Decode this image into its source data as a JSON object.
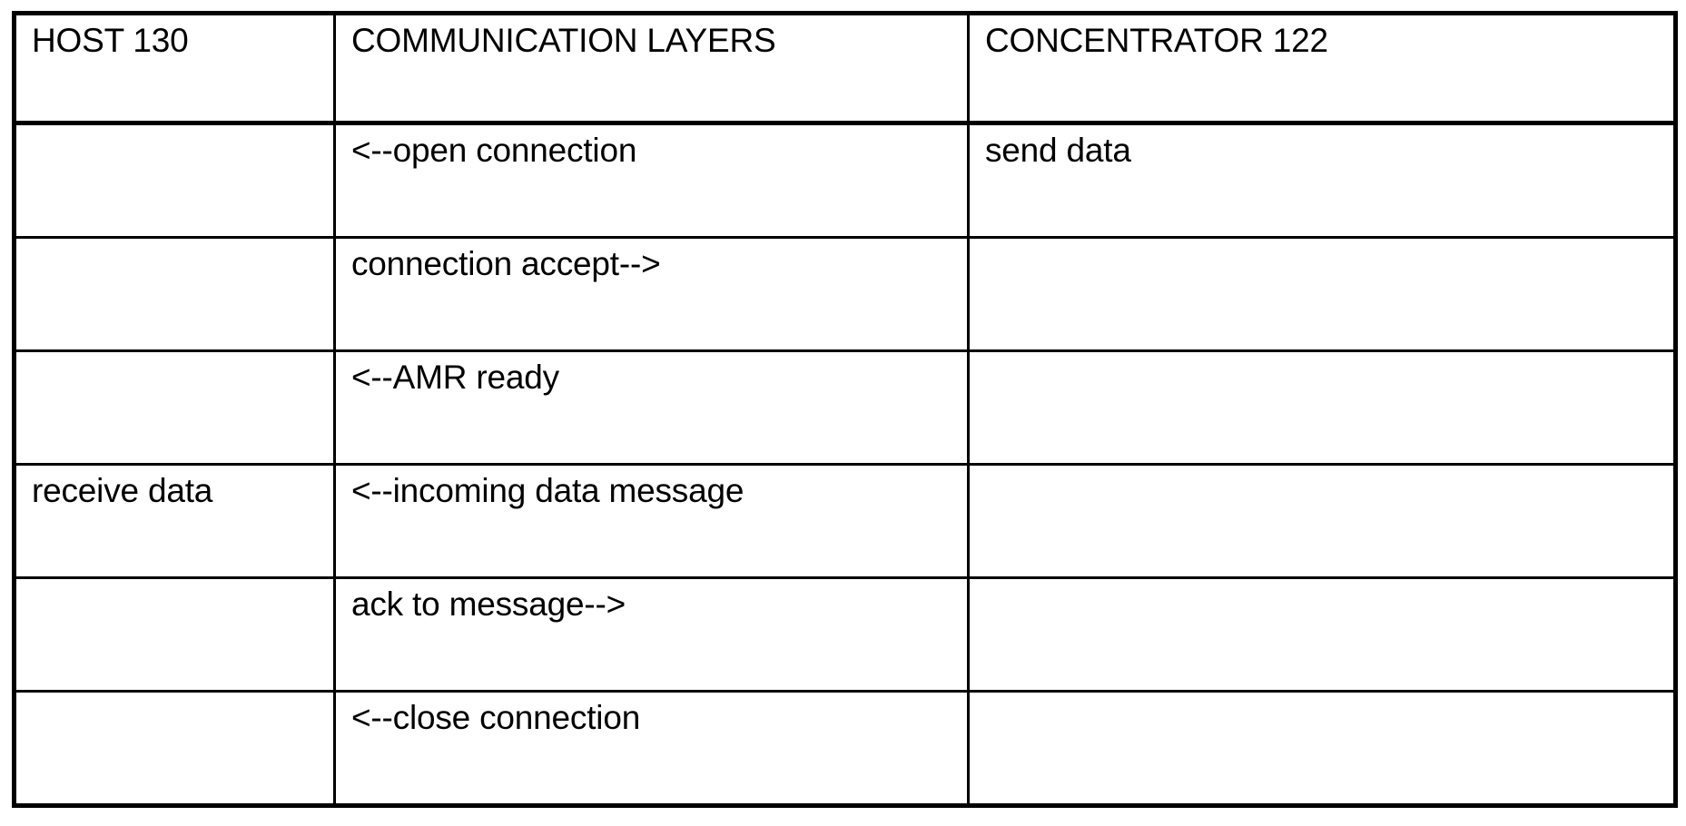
{
  "table": {
    "columns": [
      {
        "key": "host",
        "header": "HOST 130"
      },
      {
        "key": "layers",
        "header": "COMMUNICATION LAYERS"
      },
      {
        "key": "concentrator",
        "header": "CONCENTRATOR 122"
      }
    ],
    "rows": [
      {
        "host": "",
        "layers": "<--open connection",
        "concentrator": "send data"
      },
      {
        "host": "",
        "layers": "connection accept-->",
        "concentrator": ""
      },
      {
        "host": "",
        "layers": "<--AMR ready",
        "concentrator": ""
      },
      {
        "host": "receive data",
        "layers": "<--incoming data message",
        "concentrator": ""
      },
      {
        "host": "",
        "layers": "ack to message-->",
        "concentrator": ""
      },
      {
        "host": "",
        "layers": "<--close connection",
        "concentrator": ""
      }
    ]
  },
  "style": {
    "background_color": "#ffffff",
    "text_color": "#000000",
    "border_color": "#000000"
  }
}
